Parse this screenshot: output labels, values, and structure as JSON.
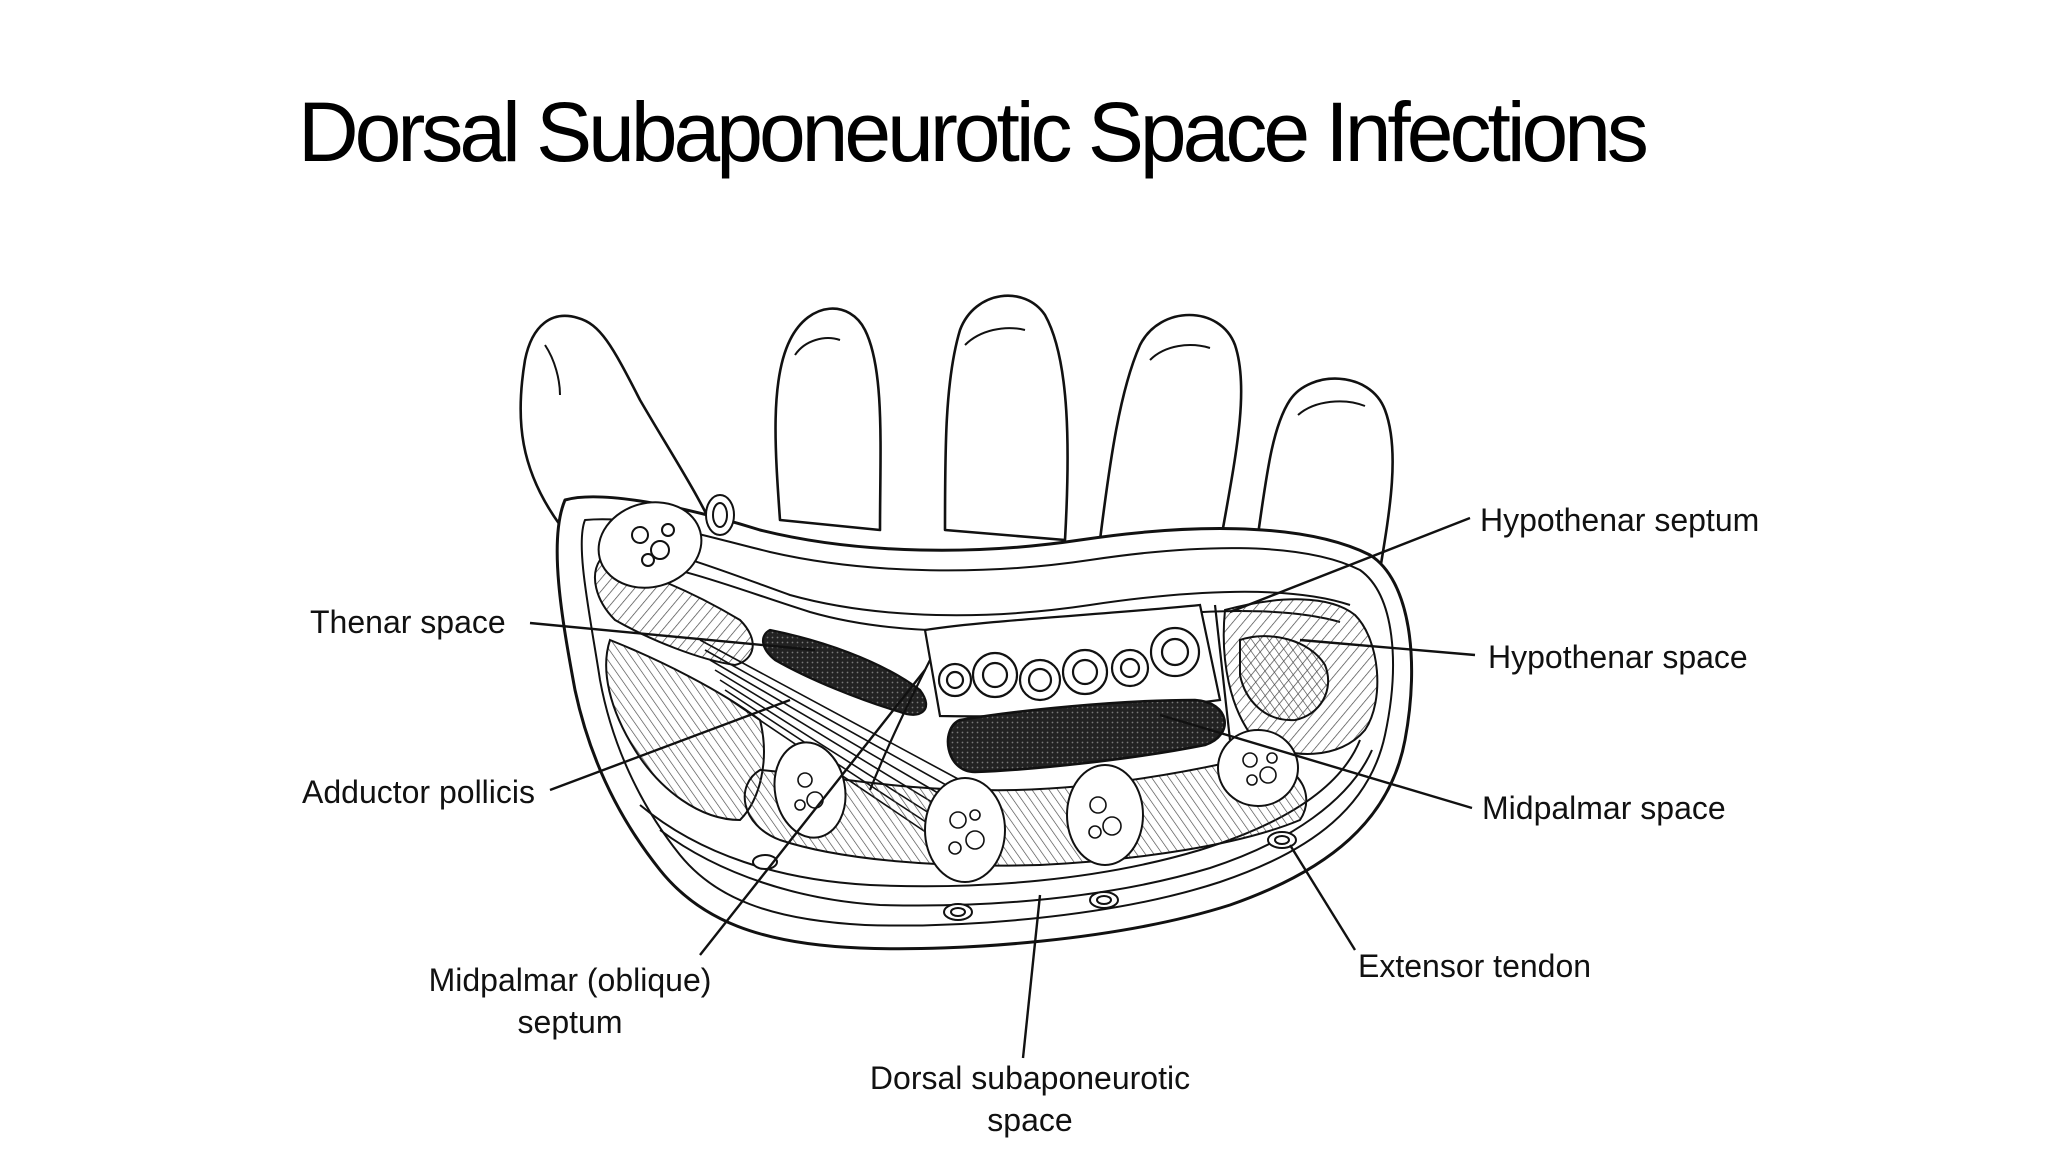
{
  "slide": {
    "title": "Dorsal Subaponeurotic Space  Infections"
  },
  "diagram": {
    "labels": {
      "thenar_space": "Thenar space",
      "adductor_pollicis": "Adductor pollicis",
      "midpalmar_septum_line1": "Midpalmar (oblique)",
      "midpalmar_septum_line2": "septum",
      "dorsal_subaponeurotic_line1": "Dorsal subaponeurotic",
      "dorsal_subaponeurotic_line2": "space",
      "hypothenar_septum": "Hypothenar septum",
      "hypothenar_space": "Hypothenar space",
      "midpalmar_space": "Midpalmar space",
      "extensor_tendon": "Extensor tendon"
    }
  }
}
